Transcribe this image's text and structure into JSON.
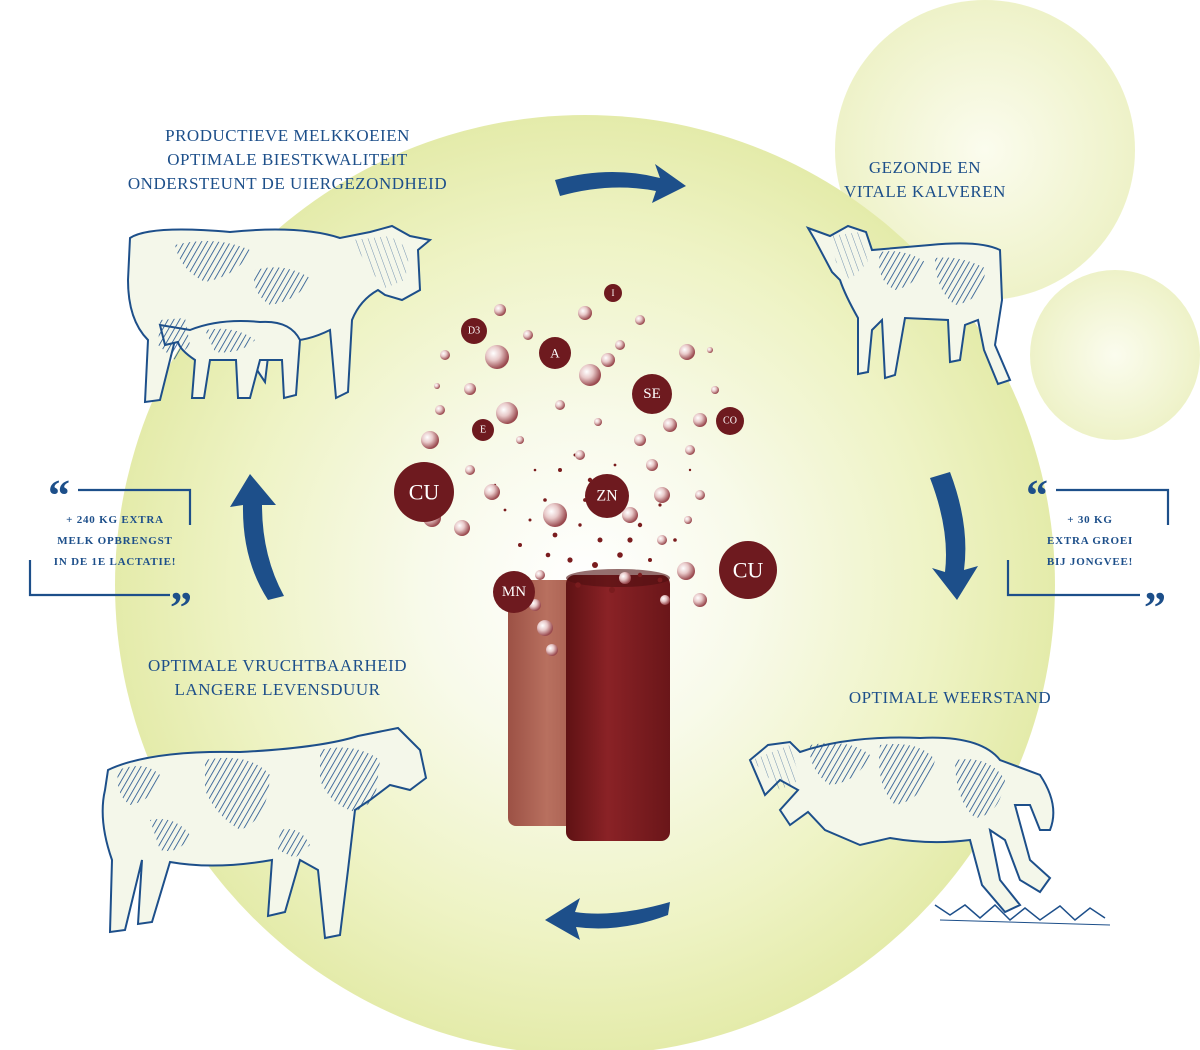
{
  "captions": {
    "top_left": [
      "PRODUCTIEVE MELKKOEIEN",
      "OPTIMALE BIESTKWALITEIT",
      "ONDERSTEUNT DE UIERGEZONDHEID"
    ],
    "top_right": [
      "GEZONDE EN",
      "VITALE KALVEREN"
    ],
    "bottom_left": [
      "OPTIMALE VRUCHTBAARHEID",
      "LANGERE LEVENSDUUR"
    ],
    "bottom_right": [
      "OPTIMALE WEERSTAND"
    ]
  },
  "quotes": {
    "left": [
      "+ 240 KG EXTRA",
      "MELK OPBRENGST",
      "IN DE 1E LACTATIE!"
    ],
    "right": [
      "+ 30 KG",
      "EXTRA GROEI",
      "BIJ JONGVEE!"
    ]
  },
  "elements": {
    "i": "I",
    "d3": "D3",
    "a": "A",
    "se": "SE",
    "e": "E",
    "co": "CO",
    "cu_left": "CU",
    "zn": "ZN",
    "cu_right": "CU",
    "mn": "MN"
  },
  "colors": {
    "text": "#1d4f8a",
    "arrow": "#1d4f8a",
    "bubble": "#6e1a1f",
    "glow": "#e9efb3",
    "bolus_front": "#7a1c1e",
    "bolus_back": "#b0645a"
  },
  "icons": [
    "cow-with-calf-icon",
    "calf-icon",
    "holstein-cow-icon",
    "jumping-cow-icon"
  ]
}
